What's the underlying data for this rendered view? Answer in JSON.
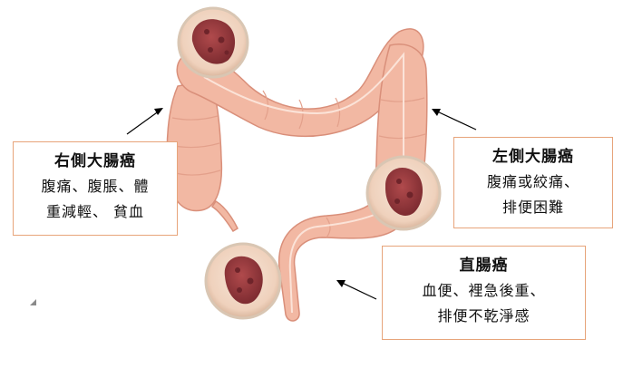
{
  "labels": {
    "right_colon": {
      "title": "右側大腸癌",
      "lines": [
        "腹痛、腹脹、體",
        "重減輕、 貧血"
      ]
    },
    "left_colon": {
      "title": "左側大腸癌",
      "lines": [
        "腹痛或絞痛、",
        "排便困難"
      ]
    },
    "rectal": {
      "title": "直腸癌",
      "lines": [
        "血便、裡急後重、",
        "排便不乾淨感"
      ]
    }
  },
  "colors": {
    "colon_fill": "#f2b8a3",
    "colon_shade": "#e49b86",
    "tumor": "#9a3b3f",
    "lens_fill": "#f3dccb",
    "box_border": "#e7a47a"
  }
}
